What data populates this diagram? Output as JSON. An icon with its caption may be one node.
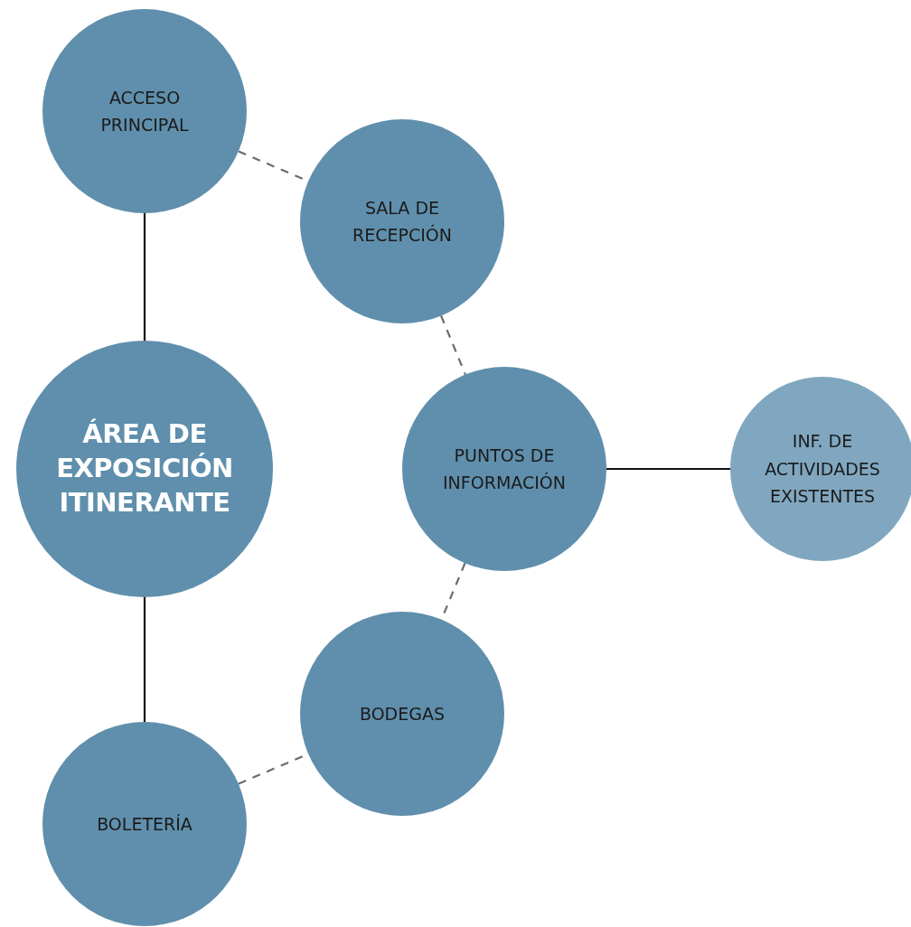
{
  "diagram": {
    "nodes": [
      {
        "text": [
          "ACCESO PRINCIPAL"
        ]
      },
      {
        "text": [
          "SALA DE RECEPCIÓN"
        ]
      },
      {
        "text": [
          "ÁREA DE EXPOSICIÓN ITINERANTE"
        ]
      },
      {
        "text": [
          "PUNTOS DE INFORMACIÓN"
        ]
      },
      {
        "text": [
          "INF. DE ACTIVIDADES EXISTENTES"
        ]
      },
      {
        "text": [
          "BODEGAS"
        ]
      },
      {
        "text": [
          "BOLETERÍA"
        ]
      }
    ],
    "edges": [
      {
        "from": 0,
        "to": 1,
        "arrow": "none",
        "style": "dashed"
      },
      {
        "from": 0,
        "to": 2,
        "arrow": "none"
      },
      {
        "from": 1,
        "to": 3,
        "arrow": "none",
        "style": "dashed"
      },
      {
        "from": 3,
        "to": 4,
        "arrow": "none"
      },
      {
        "from": 2,
        "to": 6,
        "arrow": "none"
      },
      {
        "from": 3,
        "to": 5,
        "arrow": "none",
        "style": "dashed"
      },
      {
        "from": 6,
        "to": 5,
        "arrow": "none",
        "style": "dashed"
      }
    ]
  }
}
